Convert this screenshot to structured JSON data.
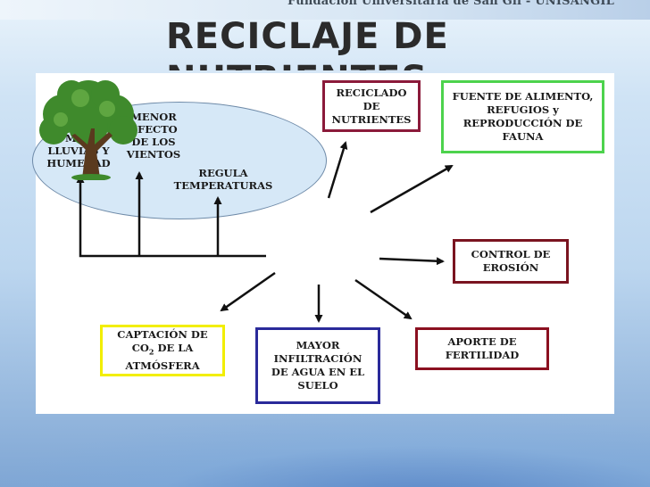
{
  "slide": {
    "top_caption": "Fundación Universitaria de San Gil - UNISANGIL",
    "title_line1": "RECICLAJE DE",
    "title_line2": "NUTRIENTES"
  },
  "ellipse": {
    "left_label": "MÁS\nLLUVIAS Y\nHUMEDAD",
    "middle_label": "MENOR\nEFECTO\nDE LOS\nVIENTOS",
    "right_label": "REGULA\nTEMPERATURAS"
  },
  "boxes": {
    "reciclado": "RECICLADO\nDE\nNUTRIENTES",
    "fuente": "FUENTE DE ALIMENTO,\nREFUGIOS y\nREPRODUCCIÓN  DE\nFAUNA",
    "control": "CONTROL DE\nEROSIÓN",
    "captacion_line1": "CAPTACIÓN DE",
    "captacion_line2_a": "CO",
    "captacion_line2_sub": "2",
    "captacion_line2_b": " DE LA",
    "captacion_line3": "ATMÓSFERA",
    "infiltracion": "MAYOR\nINFILTRACIÓN\nDE AGUA EN EL\nSUELO",
    "aporte": "APORTE DE\nFERTILIDAD"
  },
  "colors": {
    "reciclado_border": "#8b1a3a",
    "fuente_border": "#4dd34d",
    "control_border": "#7a1420",
    "captacion_border": "#f2ee00",
    "infiltracion_border": "#2a2a9a",
    "aporte_border": "#8b1020",
    "ellipse_fill": "#d6e8f7",
    "tree_foliage": "#3f8a2c",
    "tree_trunk": "#5a3a1e"
  }
}
